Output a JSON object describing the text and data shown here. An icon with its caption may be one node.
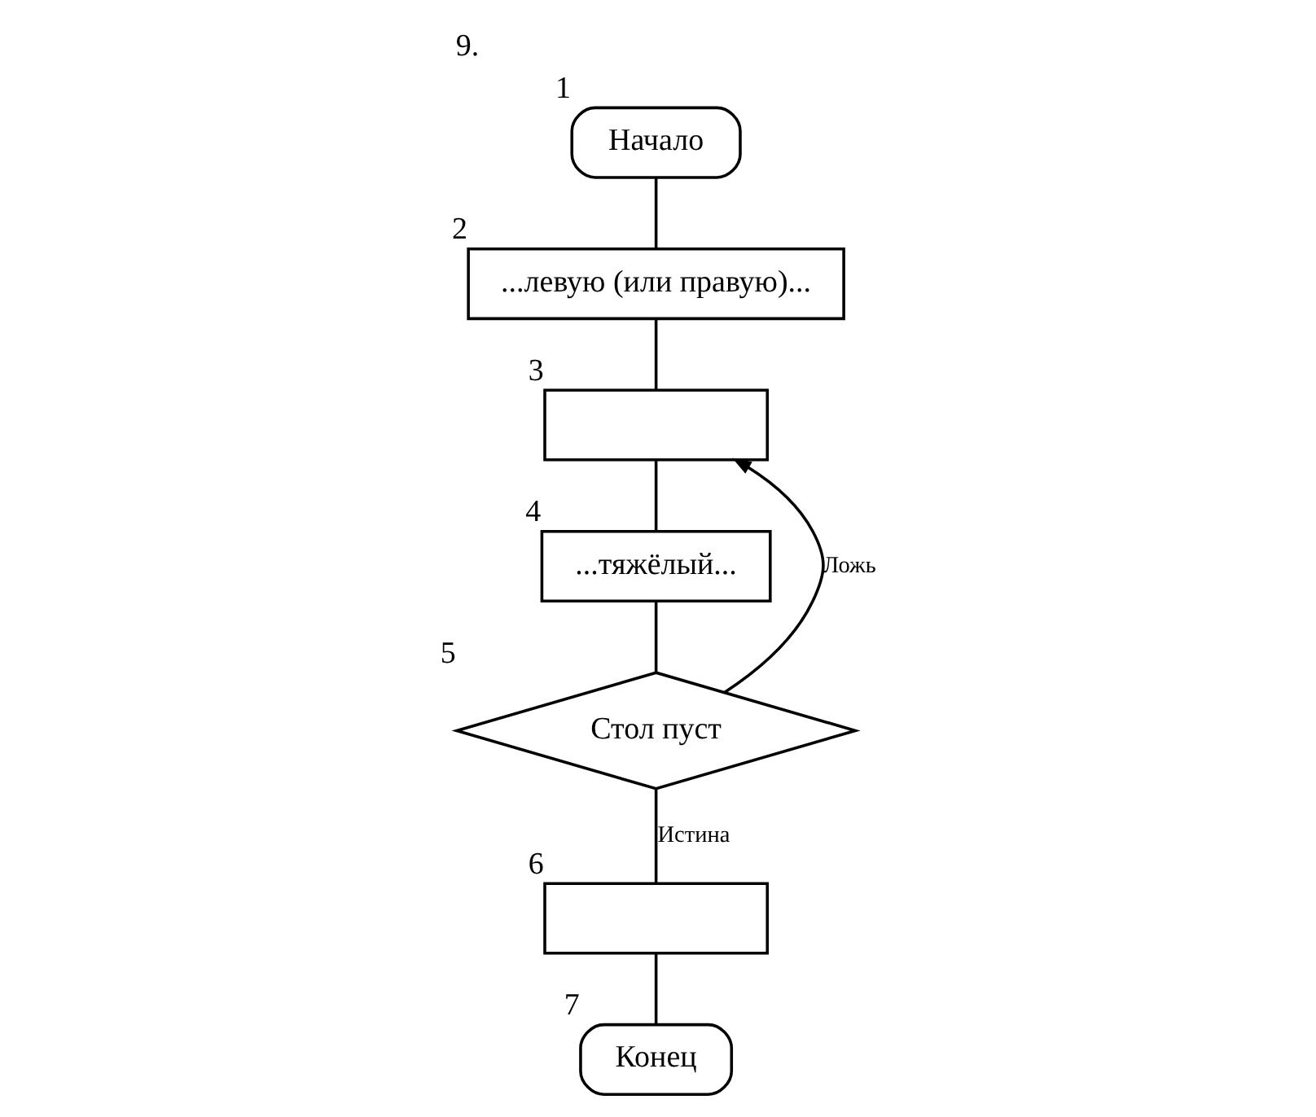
{
  "diagram": {
    "title": "9.",
    "nodes": [
      {
        "text": [
          "Начало"
        ],
        "beside": [
          "1"
        ]
      },
      {
        "text": [
          "...левую (или правую)..."
        ],
        "beside": [
          "2"
        ]
      },
      {
        "text": [],
        "shape": "box",
        "beside": [
          "3"
        ]
      },
      {
        "text": [
          "...тяжёлый..."
        ],
        "beside": [
          "4"
        ]
      },
      {
        "text": [
          "Стол пуст"
        ],
        "beside": [
          "5"
        ]
      },
      {
        "text": [],
        "shape": "box",
        "beside": [
          "6"
        ]
      },
      {
        "text": [
          "Конец"
        ],
        "beside": [
          "7"
        ]
      }
    ],
    "edges": [
      {
        "from": 0,
        "to": 1,
        "arrow": "none"
      },
      {
        "from": 1,
        "to": 2,
        "arrow": "none"
      },
      {
        "from": 2,
        "to": 3,
        "arrow": "none"
      },
      {
        "from": 3,
        "to": 4,
        "arrow": "none"
      },
      {
        "from": 4,
        "to": 2,
        "arrow": "to",
        "label": "Ложь"
      },
      {
        "from": 4,
        "to": 5,
        "arrow": "none",
        "label": "Истина"
      },
      {
        "from": 5,
        "to": 6,
        "arrow": "none"
      }
    ]
  }
}
